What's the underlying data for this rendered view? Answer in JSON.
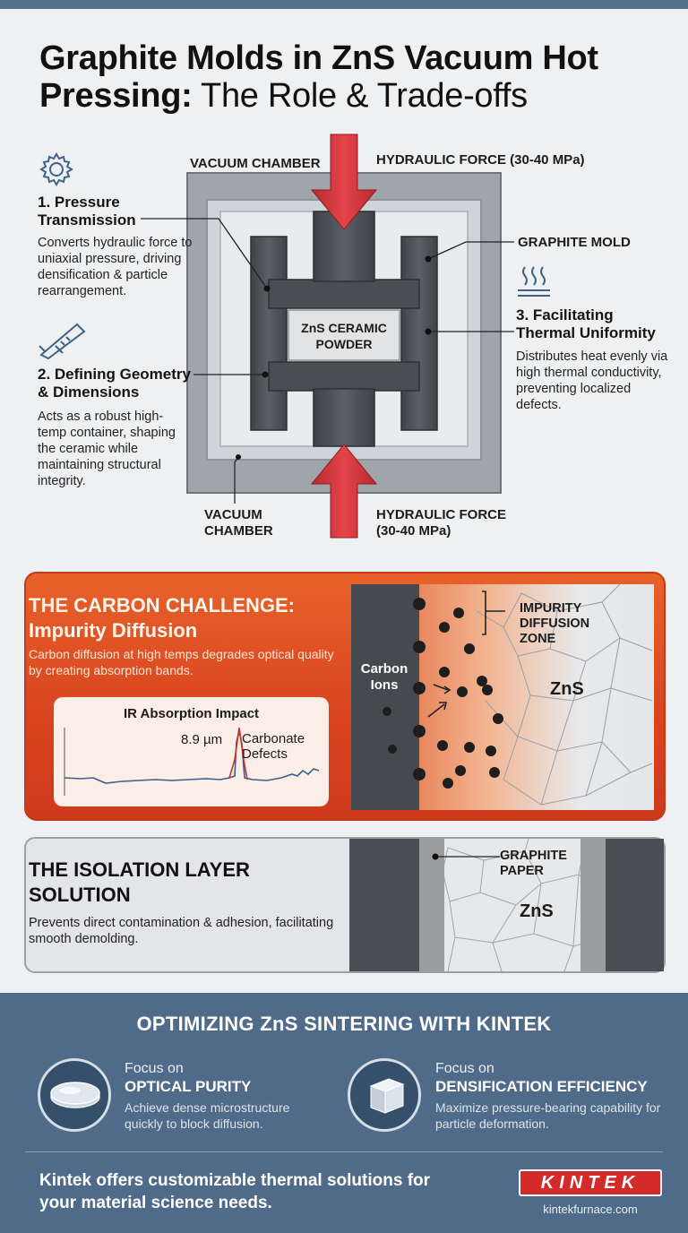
{
  "title": {
    "bold": "Graphite Molds in ZnS Vacuum Hot Pressing:",
    "rest": " The Role & Trade-offs"
  },
  "diagram": {
    "vacuum_top": "VACUUM CHAMBER",
    "force_top": "HYDRAULIC FORCE (30-40 MPa)",
    "graphite_mold": "GRAPHITE MOLD",
    "powder_l1": "ZnS CERAMIC",
    "powder_l2": "POWDER",
    "vacuum_bottom_l1": "VACUUM",
    "vacuum_bottom_l2": "CHAMBER",
    "force_bottom_l1": "HYDRAULIC FORCE",
    "force_bottom_l2": "(30-40 MPa)"
  },
  "features": [
    {
      "title_l1": "1. Pressure",
      "title_l2": "Transmission",
      "body": "Converts hydraulic force to uniaxial pressure, driving densification & particle rearrangement.",
      "icon": "gear-icon"
    },
    {
      "title_l1": "2. Defining Geometry",
      "title_l2": "& Dimensions",
      "body": "Acts as a robust high-temp container, shaping the ceramic while maintaining structural integrity.",
      "icon": "caliper-icon"
    },
    {
      "title_l1": "3. Facilitating",
      "title_l2": "Thermal Uniformity",
      "body": "Distributes heat evenly via high thermal conductivity, preventing localized defects.",
      "icon": "heat-icon"
    }
  ],
  "carbon": {
    "title_l1": "THE CARBON CHALLENGE:",
    "title_l2": "Impurity Diffusion",
    "body": "Carbon diffusion at high temps degrades optical quality by creating absorption bands.",
    "ir_title": "IR Absorption Impact",
    "ir_value": "8.9 µm",
    "ir_label_l1": "Carbonate",
    "ir_label_l2": "Defects",
    "ions_l1": "Carbon",
    "ions_l2": "Ions",
    "zone_l1": "IMPURITY",
    "zone_l2": "DIFFUSION",
    "zone_l3": "ZONE",
    "zns": "ZnS"
  },
  "isolation": {
    "title_l1": "THE ISOLATION LAYER",
    "title_l2": "SOLUTION",
    "body": "Prevents direct contamination & adhesion, facilitating smooth demolding.",
    "paper_l1": "GRAPHITE",
    "paper_l2": "PAPER",
    "zns": "ZnS"
  },
  "bottom": {
    "title": "OPTIMIZING ZnS SINTERING WITH KINTEK",
    "left": {
      "focus": "Focus on",
      "head": "OPTICAL PURITY",
      "desc": "Achieve dense microstructure quickly to block diffusion."
    },
    "right": {
      "focus": "Focus on",
      "head": "DENSIFICATION EFFICIENCY",
      "desc": "Maximize pressure-bearing capability for particle deformation."
    },
    "footer": "Kintek offers customizable thermal solutions for your material science needs.",
    "logo": "KINTEK",
    "site": "kintekfurnace.com"
  },
  "colors": {
    "accent_red": "#d9391f",
    "navy": "#4f6b89",
    "graphite": "#4a4d52"
  }
}
